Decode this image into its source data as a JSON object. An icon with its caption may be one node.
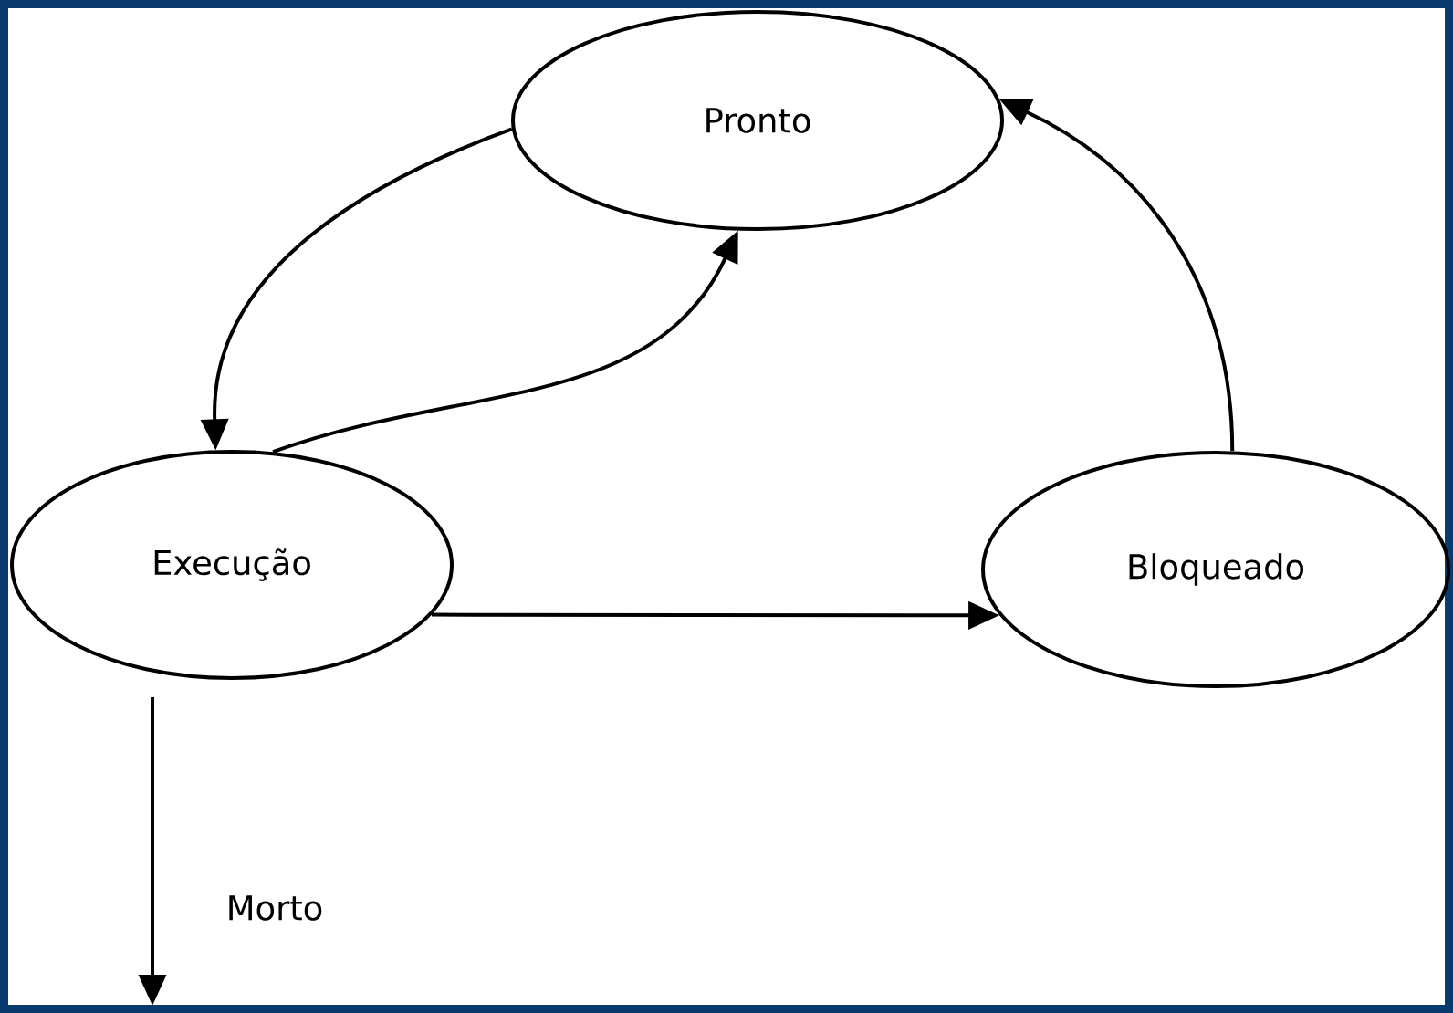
{
  "diagram": {
    "nodes": [
      {
        "text": [
          "Pronto"
        ]
      },
      {
        "text": [
          "Execução"
        ]
      },
      {
        "text": [
          "Bloqueado"
        ]
      }
    ],
    "edges": [
      {
        "from": 0,
        "to": 1,
        "arrow": "to"
      },
      {
        "from": 1,
        "to": 0,
        "arrow": "to"
      },
      {
        "from": 1,
        "to": 2,
        "arrow": "to"
      },
      {
        "from": 2,
        "to": 0,
        "arrow": "to"
      },
      {
        "from": 1,
        "to": null,
        "arrow": "to",
        "label": "Morto"
      }
    ]
  }
}
